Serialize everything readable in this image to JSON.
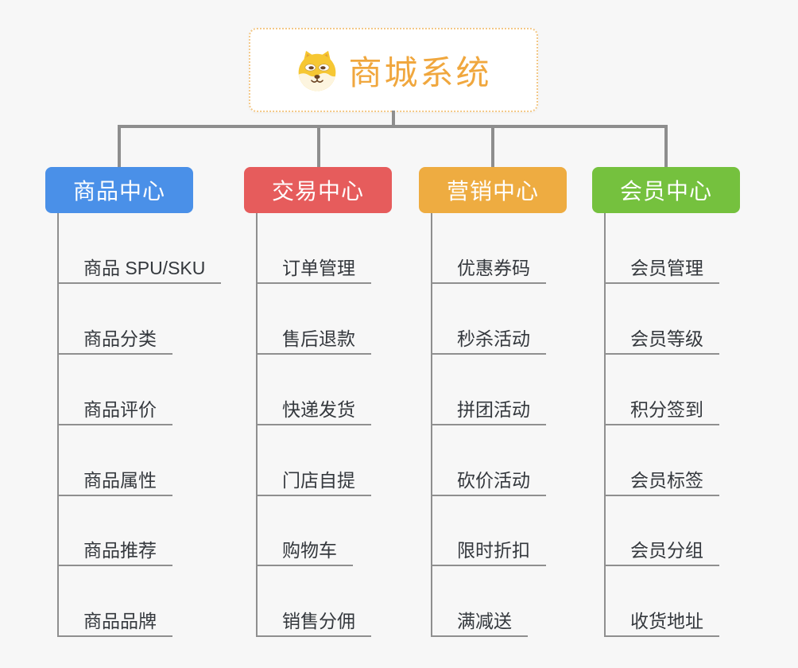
{
  "root": {
    "title": "商城系统",
    "icon": "dog-face-icon",
    "text_color": "#f0a73e",
    "border_color": "#f3c887"
  },
  "colors": {
    "background": "#f7f7f7",
    "connector": "#8e8e8e",
    "leaf_text": "#34383d"
  },
  "branches": [
    {
      "label": "商品中心",
      "color": "#4a90e8",
      "items": [
        "商品 SPU/SKU",
        "商品分类",
        "商品评价",
        "商品属性",
        "商品推荐",
        "商品品牌"
      ]
    },
    {
      "label": "交易中心",
      "color": "#e65c5c",
      "items": [
        "订单管理",
        "售后退款",
        "快递发货",
        "门店自提",
        "购物车",
        "销售分佣"
      ]
    },
    {
      "label": "营销中心",
      "color": "#eeac41",
      "items": [
        "优惠券码",
        "秒杀活动",
        "拼团活动",
        "砍价活动",
        "限时折扣",
        "满减送"
      ]
    },
    {
      "label": "会员中心",
      "color": "#75c13e",
      "items": [
        "会员管理",
        "会员等级",
        "积分签到",
        "会员标签",
        "会员分组",
        "收货地址"
      ]
    }
  ]
}
